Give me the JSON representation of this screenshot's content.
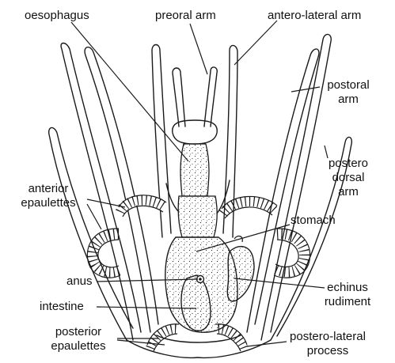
{
  "labels": {
    "oesophagus": "oesophagus",
    "preoral_arm": "preoral arm",
    "antero_lateral_arm": "antero-lateral arm",
    "postoral_arm_1": "postoral",
    "postoral_arm_2": "arm",
    "postero_dorsal_arm_1": "postero",
    "postero_dorsal_arm_2": "dorsal",
    "postero_dorsal_arm_3": "arm",
    "anterior_epaulettes_1": "anterior",
    "anterior_epaulettes_2": "epaulettes",
    "stomach": "stomach",
    "anus": "anus",
    "echinus_rudiment_1": "echinus",
    "echinus_rudiment_2": "rudiment",
    "intestine": "intestine",
    "posterior_epaulettes_1": "posterior",
    "posterior_epaulettes_2": "epaulettes",
    "postero_lateral_process_1": "postero-lateral",
    "postero_lateral_process_2": "process"
  },
  "colors": {
    "ink": "#1a1a1a",
    "background": "#ffffff"
  }
}
